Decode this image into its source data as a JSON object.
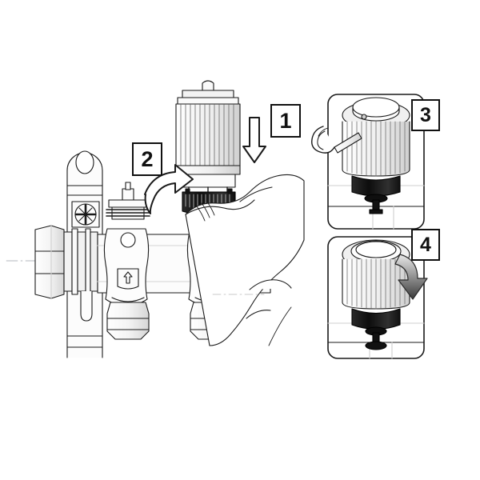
{
  "document": {
    "kind": "installation-instruction-illustration",
    "title": "Thermoelectric actuator mounting on manifold valve",
    "background_color": "#ffffff",
    "line_color": "#1a1a1a",
    "shade_color": "#d8d8d8",
    "accent_black": "#111111"
  },
  "steps": [
    {
      "number": "1",
      "label": "1",
      "action": "push-down",
      "arrow": "straight-down-outline-arrow",
      "panel": "main",
      "description": "Push the actuator head straight down onto the valve adapter"
    },
    {
      "number": "2",
      "label": "2",
      "action": "rotate-transfer",
      "arrow": "curved-right-outline-arrow",
      "panel": "main",
      "description": "Move the adapter ring from the valve insert across to the actuator"
    },
    {
      "number": "3",
      "label": "3",
      "action": "insert-clip",
      "arrow": "none",
      "panel": "inset-top",
      "description": "Fit the retaining clip into the actuator collar"
    },
    {
      "number": "4",
      "label": "4",
      "action": "press-home",
      "arrow": "curved-down-gradient-arrow",
      "panel": "inset-bottom",
      "description": "Press the actuator cap fully home until it locks"
    }
  ],
  "main_scene": {
    "name": "manifold-assembly-with-hand",
    "parts": [
      {
        "name": "mounting-bracket",
        "detail": "slotted vertical bracket with oval hole"
      },
      {
        "name": "phillips-screw",
        "detail": "cross-head screw on bracket"
      },
      {
        "name": "hex-nut",
        "detail": "large hexagonal union nut at left end"
      },
      {
        "name": "manifold-bar",
        "detail": "horizontal distribution bar"
      },
      {
        "name": "valve-body-left",
        "detail": "valve body with flow-direction arrow badge"
      },
      {
        "name": "valve-body-right",
        "detail": "valve body with flow-direction arrow badge"
      },
      {
        "name": "valve-insert",
        "detail": "threaded valve insert with O-ring grooves"
      },
      {
        "name": "compression-fitting-left",
        "detail": "hexagonal compression nut"
      },
      {
        "name": "compression-fitting-right",
        "detail": "hexagonal compression nut"
      },
      {
        "name": "actuator-head",
        "detail": "ribbed cylindrical thermoelectric actuator"
      },
      {
        "name": "adapter-ring",
        "detail": "black knurled adapter ring with pins"
      },
      {
        "name": "hand",
        "detail": "hand holding the actuator against the valve"
      }
    ]
  },
  "inset_panels": [
    {
      "name": "panel-step-3",
      "step": "3",
      "contents": [
        "actuator-head",
        "retaining-clip",
        "valve-stem",
        "mounting-surface"
      ]
    },
    {
      "name": "panel-step-4",
      "step": "4",
      "contents": [
        "actuator-head",
        "black-collar",
        "valve-stem",
        "mounting-surface"
      ]
    }
  ]
}
